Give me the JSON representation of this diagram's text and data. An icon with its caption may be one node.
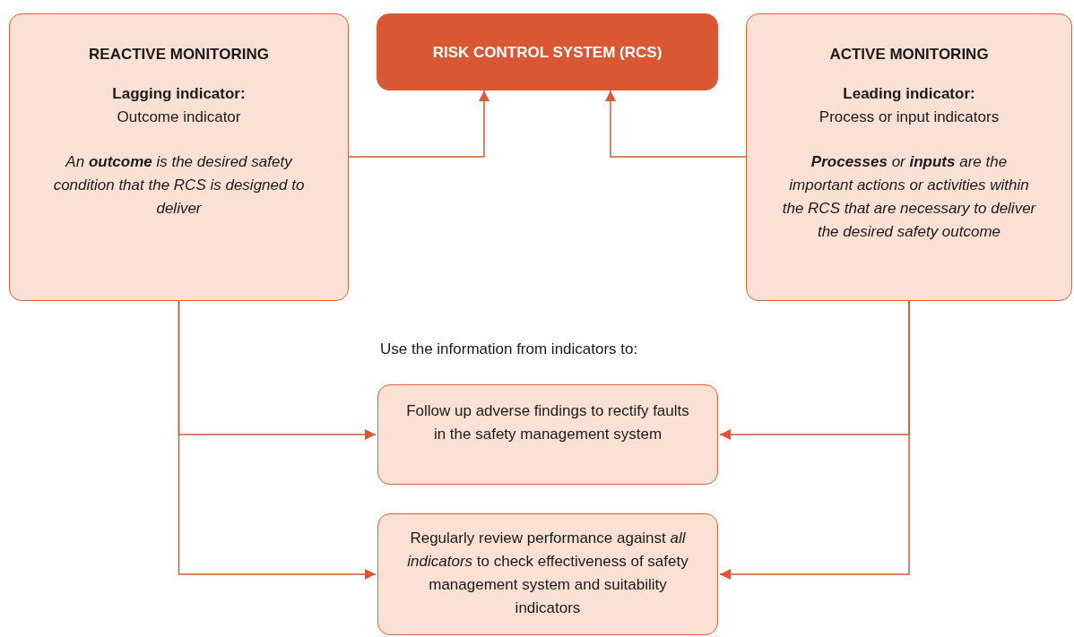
{
  "diagram": {
    "nodes": [
      {
        "text": [
          "REACTIVE MONITORING",
          "Lagging indicator:",
          "Outcome indicator",
          "An **outcome** is the desired safety condition that the RCS is designed to deliver"
        ]
      },
      {
        "text": [
          "RISK CONTROL SYSTEM (RCS)"
        ]
      },
      {
        "text": [
          "ACTIVE MONITORING",
          "Leading indicator:",
          "Process or input indicators",
          "**Processes** or **inputs** are the important actions or activities within the RCS that are necessary to deliver the desired safety outcome"
        ]
      },
      {
        "text": [
          "Follow up adverse findings to rectify faults in the safety management system"
        ]
      },
      {
        "text": [
          "Regularly review performance against *all indicators* to check effectiveness of safety management system and suitability indicators"
        ]
      }
    ],
    "edges": [
      {
        "from": 0,
        "to": 1,
        "arrow": "to"
      },
      {
        "from": 2,
        "to": 1,
        "arrow": "to"
      },
      {
        "from": 0,
        "to": 3,
        "arrow": "to"
      },
      {
        "from": 0,
        "to": 4,
        "arrow": "to"
      },
      {
        "from": 2,
        "to": 3,
        "arrow": "to"
      },
      {
        "from": 2,
        "to": 4,
        "arrow": "to"
      }
    ],
    "labels": [
      "Use the information from indicators to:"
    ]
  }
}
